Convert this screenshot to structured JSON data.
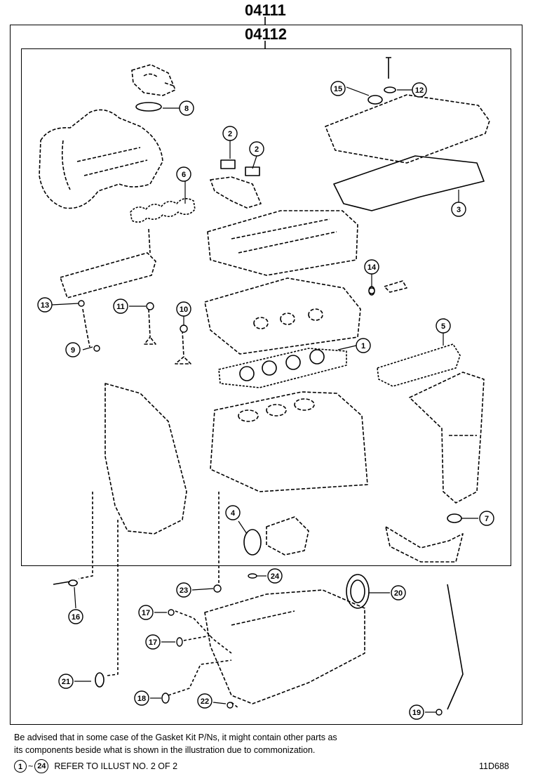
{
  "header": {
    "part_outer": "04111",
    "part_inner": "04112"
  },
  "callouts": [
    "1",
    "2",
    "2",
    "3",
    "4",
    "5",
    "6",
    "7",
    "8",
    "9",
    "10",
    "11",
    "12",
    "13",
    "14",
    "15",
    "16",
    "17",
    "17",
    "18",
    "19",
    "20",
    "21",
    "22",
    "23",
    "24"
  ],
  "footer": {
    "note_line1": "Be advised that in some case of the Gasket Kit P/Ns,  it might contain other parts as",
    "note_line2": "its components beside what is shown in the illustration due to commonization.",
    "ref_start": "1",
    "ref_sep": "~",
    "ref_end": "24",
    "ref_text": "REFER TO ILLUST NO. 2 OF 2",
    "illust_code": "11D688"
  }
}
